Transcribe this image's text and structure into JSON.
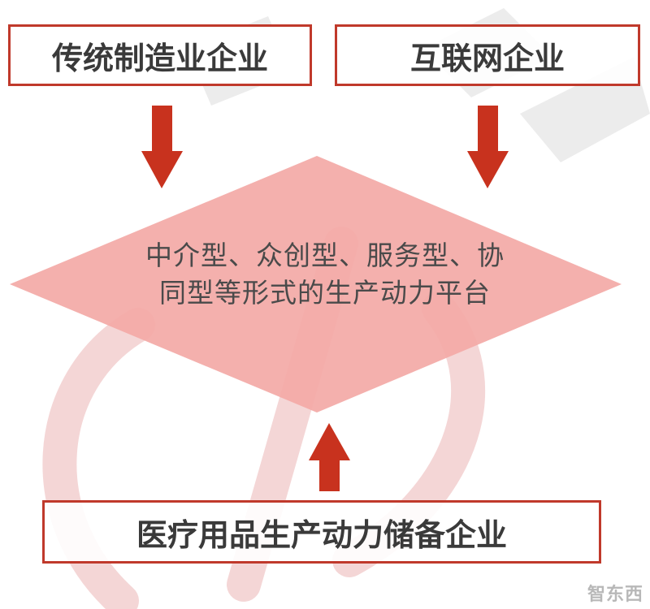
{
  "boxes": {
    "traditional": "传统制造业企业",
    "internet": "互联网企业",
    "medical": "医疗用品生产动力储备企业"
  },
  "platform": {
    "line1": "中介型、众创型、服务型、协",
    "line2": "同型等形式的生产动力平台"
  },
  "logo": "智东西",
  "colors": {
    "border": "#c0392b",
    "arrow": "#c8321e",
    "diamond": "#f3a9a6",
    "text": "#3a3a3a"
  }
}
